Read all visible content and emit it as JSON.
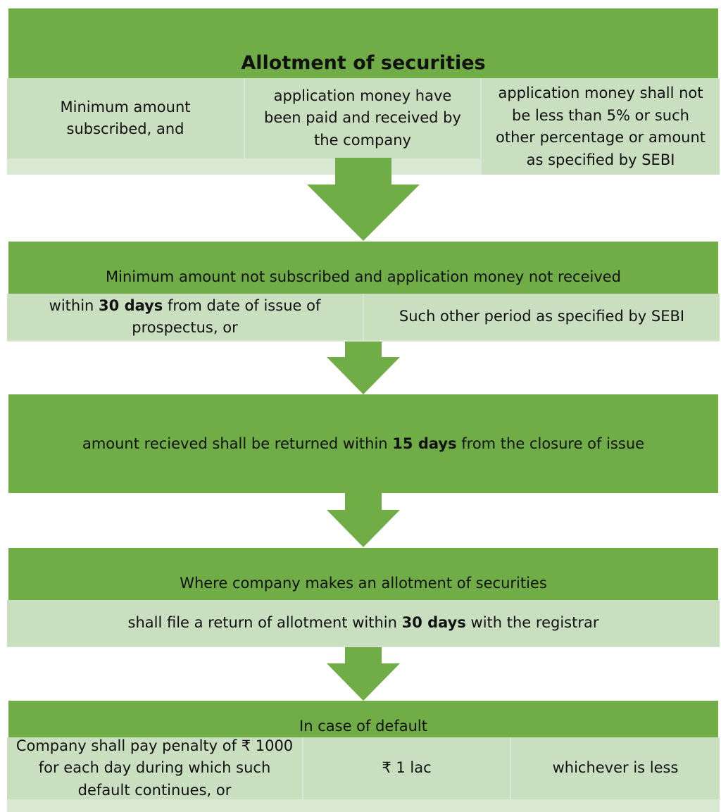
{
  "block1": {
    "title": "Allotment of securities",
    "cells": [
      "Minimum amount subscribed, and",
      "application money have been paid and received by the company",
      "application money shall not be less than 5% or such other percentage or amount as specified by SEBI"
    ]
  },
  "block2": {
    "header": "Minimum amount not subscribed and application money not received",
    "cell1": {
      "pre": "within ",
      "bold": "30 days",
      "post": " from date of issue of prospectus, or"
    },
    "cell2": "Such other period as specified by SEBI"
  },
  "block3": {
    "pre": "amount recieved shall be returned within ",
    "bold": "15 days",
    "post": " from the closure of issue"
  },
  "block4": {
    "header": "Where company makes an allotment of securities",
    "row": {
      "pre": "shall file a return of allotment within ",
      "bold": "30 days",
      "post": " with the registrar"
    }
  },
  "block5": {
    "header": "In case of default",
    "cells": [
      "Company shall pay penalty of ₹ 1000 for each day during which such default continues, or",
      "₹ 1 lac",
      "whichever is less"
    ]
  },
  "colors": {
    "dark_green": "#70ad47",
    "light_green": "#c9dfc0",
    "pale_green": "#d9e8d2"
  }
}
